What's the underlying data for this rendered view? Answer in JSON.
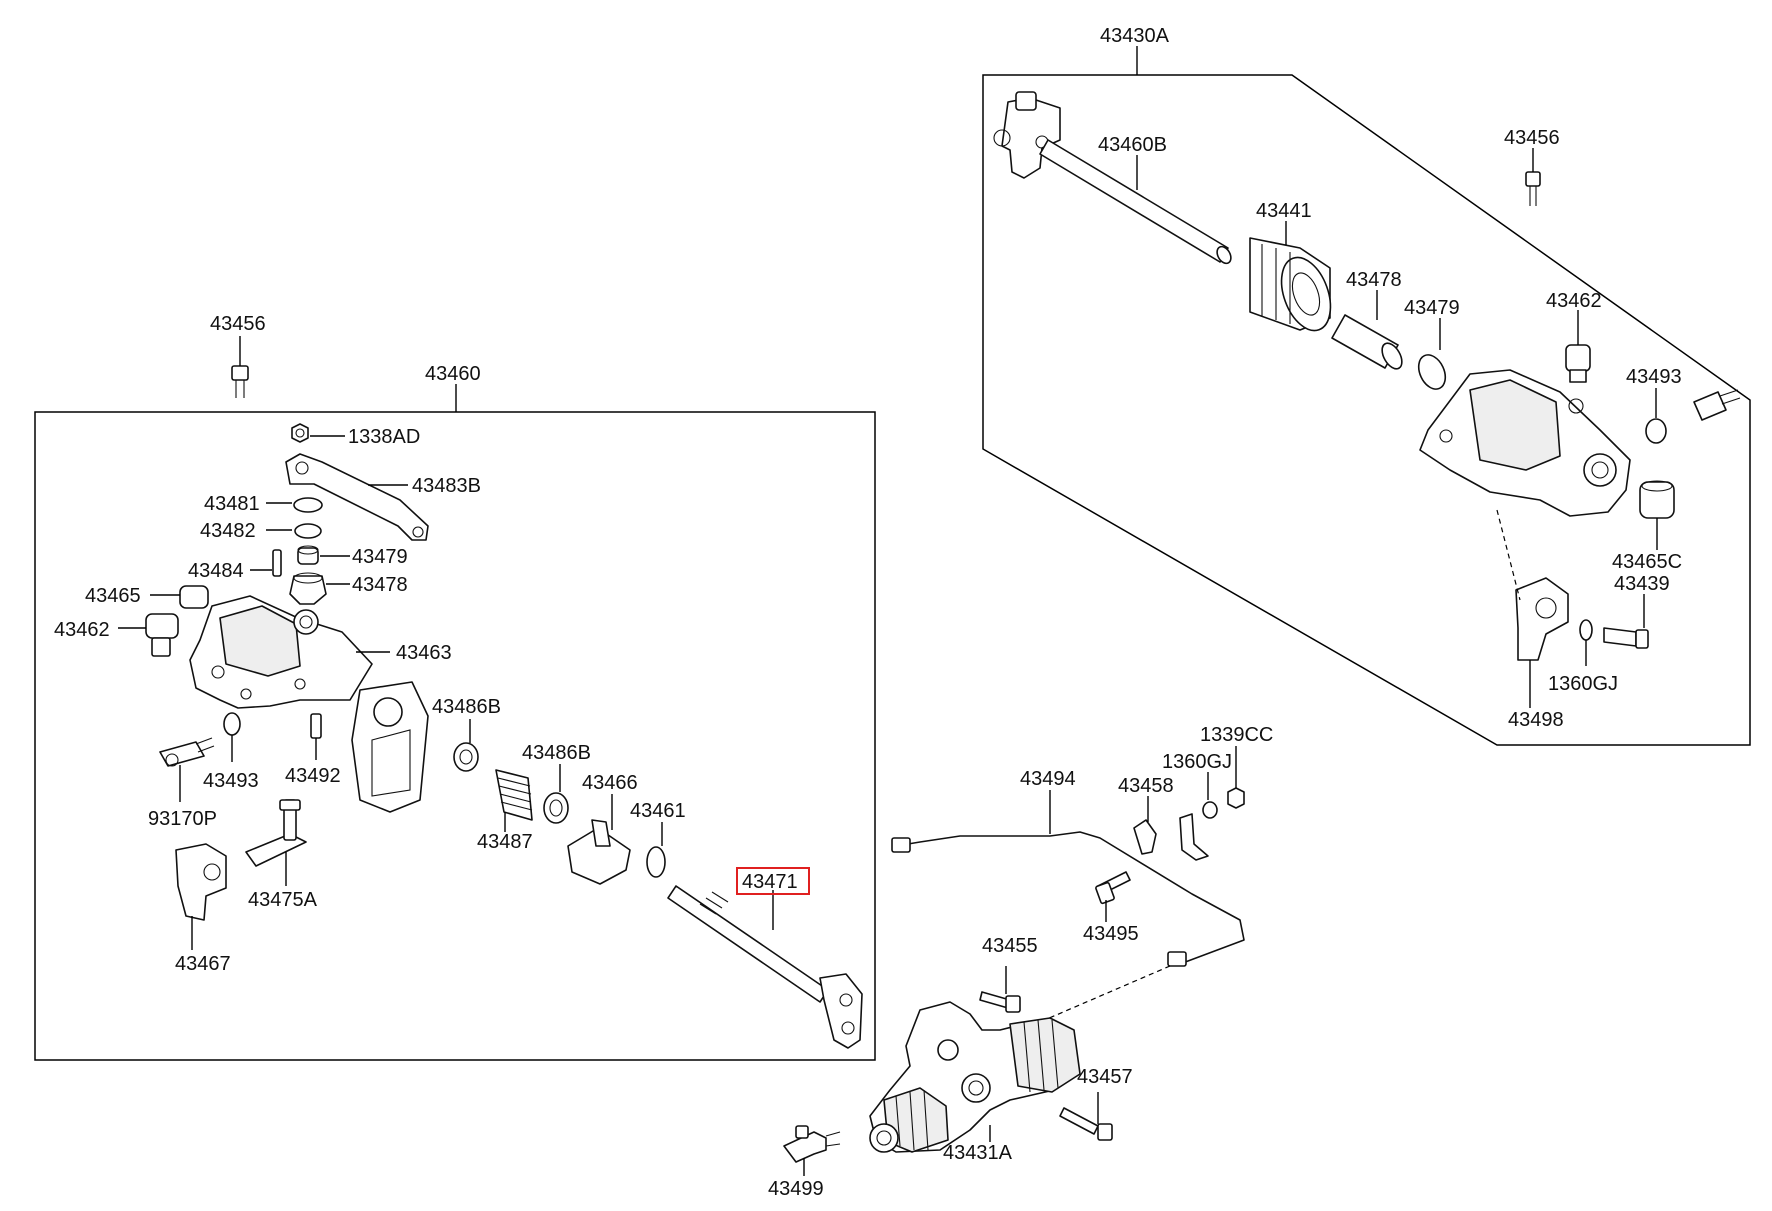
{
  "diagram": {
    "highlight_color": "#e02020",
    "line_color": "#000000",
    "background_color": "#ffffff",
    "labels": {
      "p43430A": "43430A",
      "p43460B": "43460B",
      "p43456_top": "43456",
      "p43441": "43441",
      "p43478_top": "43478",
      "p43479_top": "43479",
      "p43462_top": "43462",
      "p43493_top": "43493",
      "p43465C": "43465C",
      "p43439": "43439",
      "p1360GJ_top": "1360GJ",
      "p43498": "43498",
      "p43456_left": "43456",
      "p43460": "43460",
      "p1338AD": "1338AD",
      "p43483B": "43483B",
      "p43481": "43481",
      "p43482": "43482",
      "p43479_left": "43479",
      "p43484": "43484",
      "p43478_left": "43478",
      "p43465": "43465",
      "p43462_left": "43462",
      "p43463": "43463",
      "p43486B_a": "43486B",
      "p43486B_b": "43486B",
      "p43493_left": "43493",
      "p43492": "43492",
      "p93170P": "93170P",
      "p43487": "43487",
      "p43466": "43466",
      "p43461": "43461",
      "p43471": "43471",
      "p43475A": "43475A",
      "p43467": "43467",
      "p43494": "43494",
      "p1339CC": "1339CC",
      "p1360GJ_mid": "1360GJ",
      "p43458": "43458",
      "p43495": "43495",
      "p43455": "43455",
      "p43457": "43457",
      "p43431A": "43431A",
      "p43499": "43499"
    }
  }
}
